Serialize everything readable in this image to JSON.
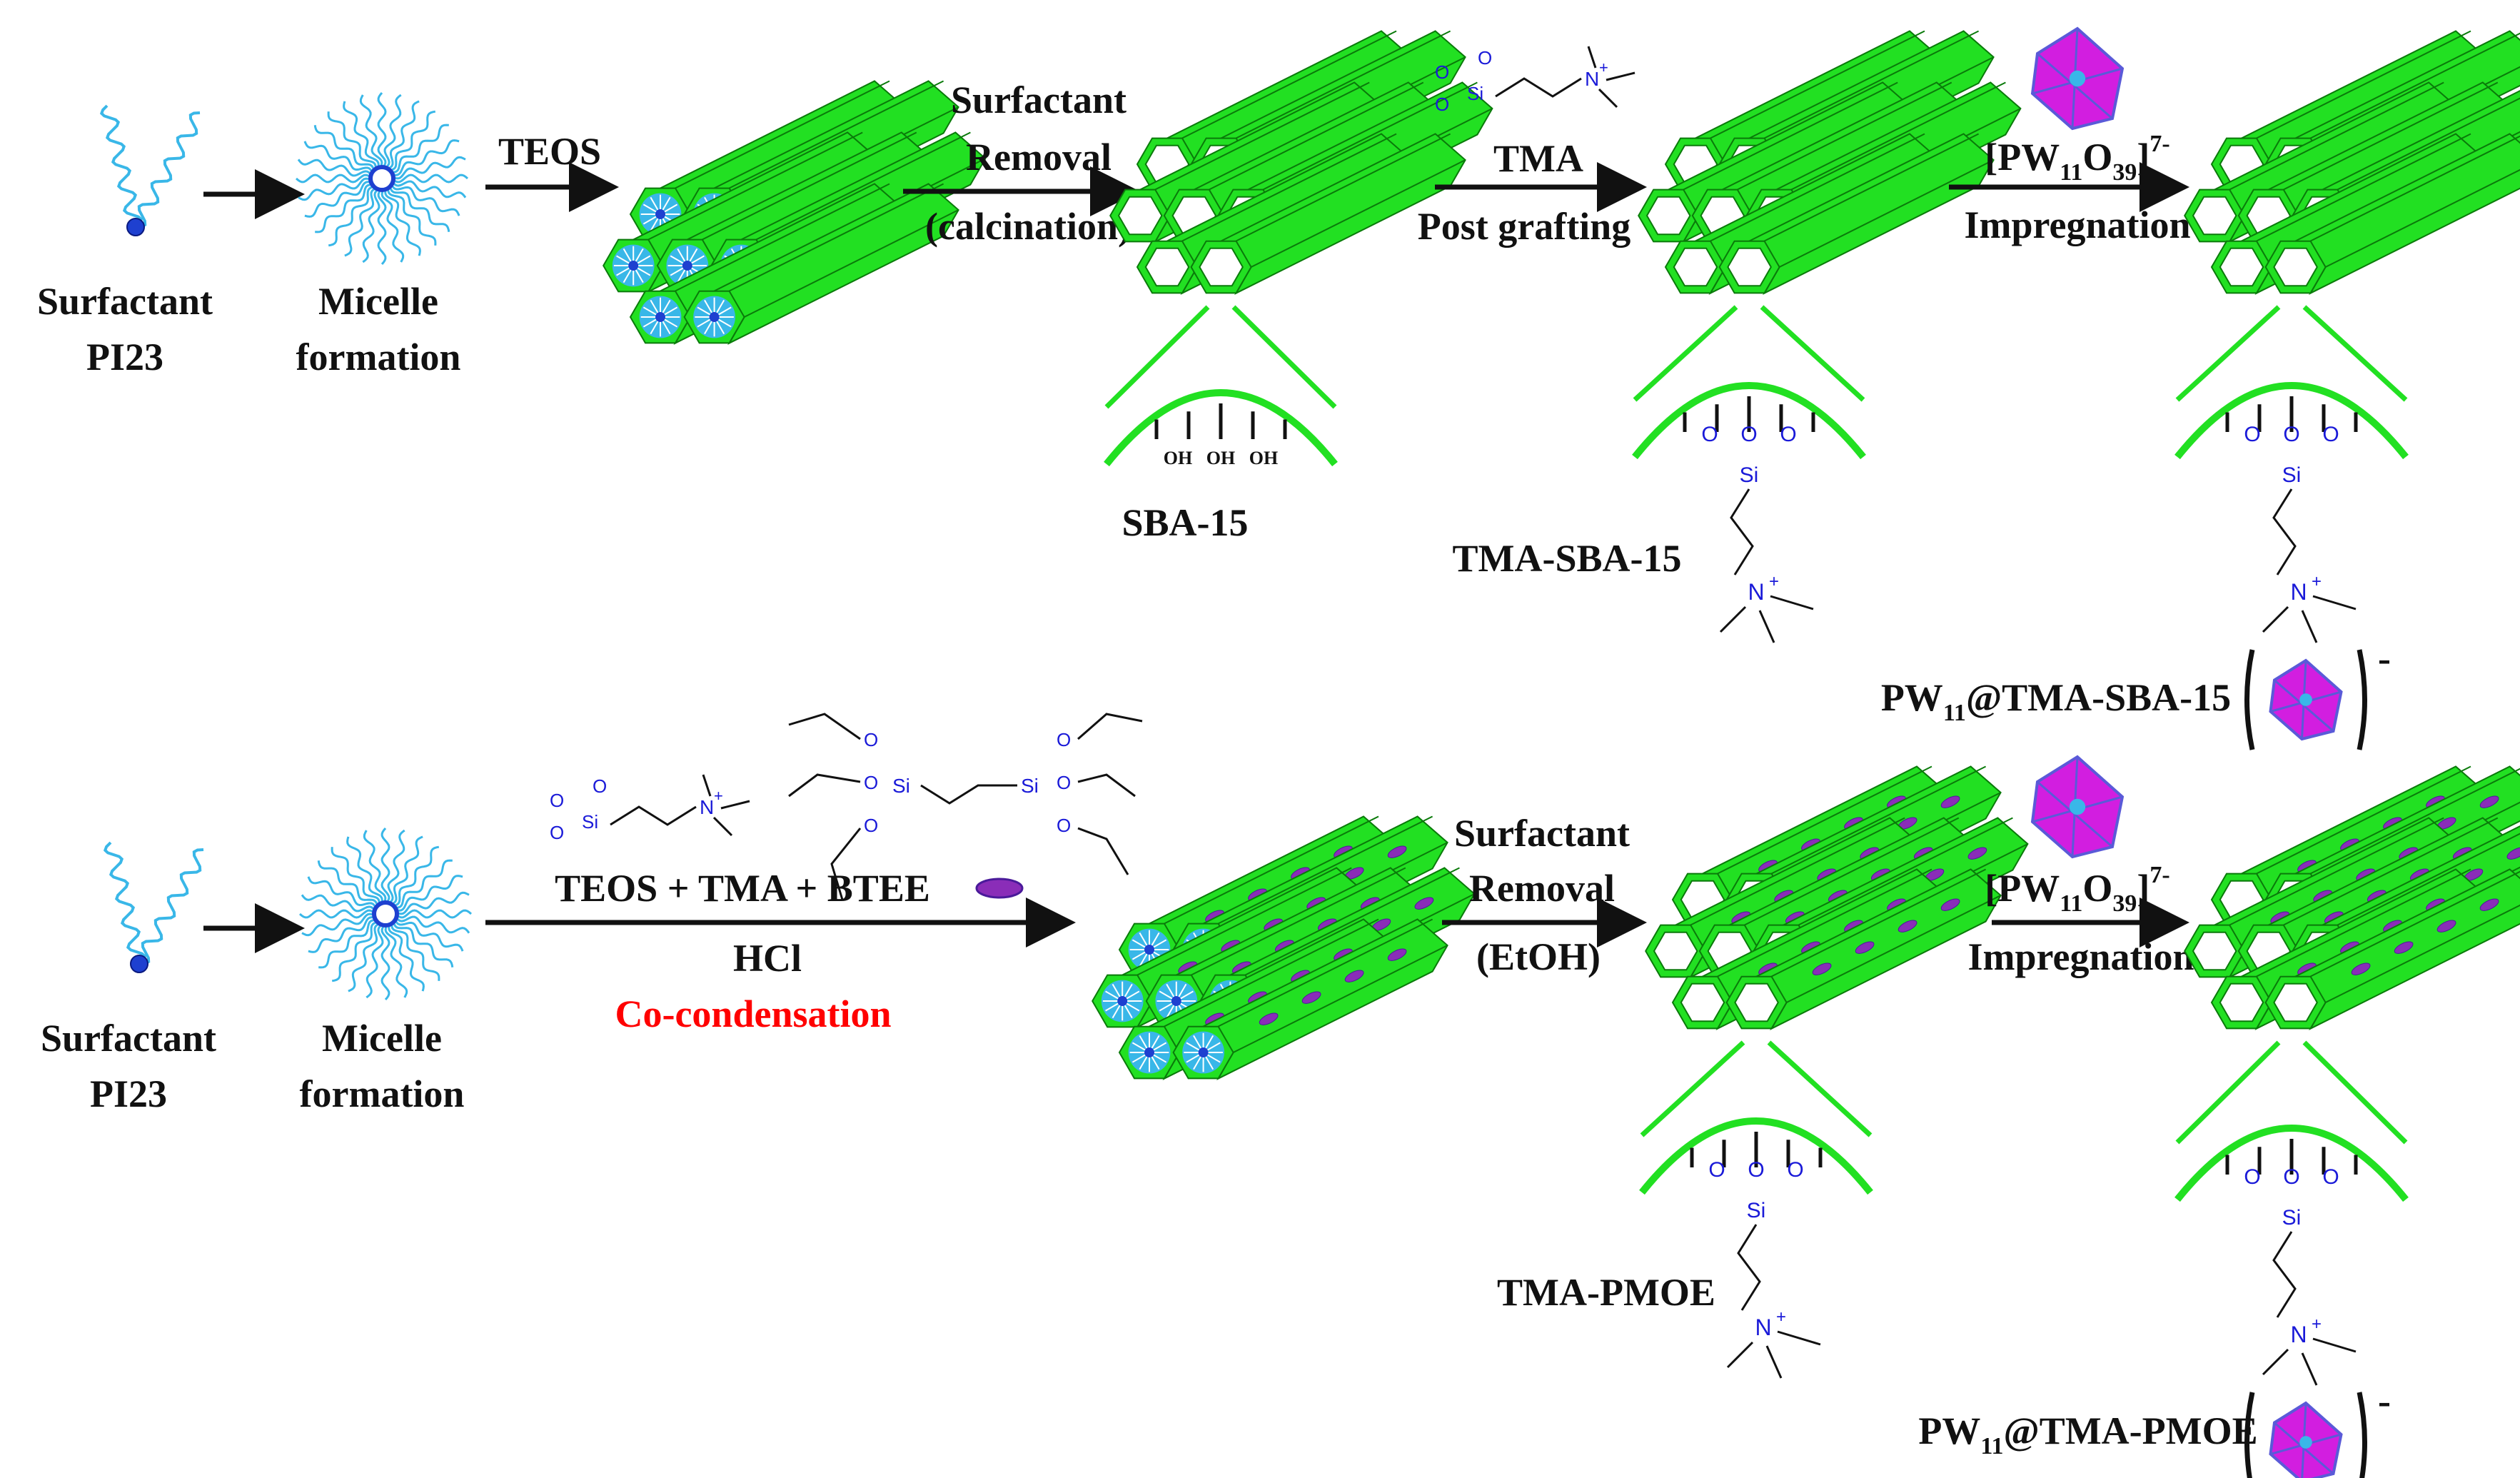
{
  "row1": {
    "surfactant_line1": "Surfactant",
    "surfactant_line2": "PI23",
    "micelle_line1": "Micelle",
    "micelle_line2": "formation",
    "teos": "TEOS",
    "removal_line1": "Surfactant",
    "removal_line2": "Removal",
    "removal_line3": "(calcination)",
    "tma": "TMA",
    "post_grafting": "Post grafting",
    "pw_anion": "[PW",
    "pw_sub1": "11",
    "pw_o": "O",
    "pw_sub2": "39",
    "pw_close": "]",
    "pw_charge": "7-",
    "impregnation": "Impregnation",
    "sba15": "SBA-15",
    "tma_sba15": "TMA-SBA-15",
    "final_pw": "PW",
    "final_sub": "11",
    "final_rest": "@TMA-SBA-15",
    "oh": "OH",
    "minus": "-"
  },
  "row2": {
    "surfactant_line1": "Surfactant",
    "surfactant_line2": "PI23",
    "micelle_line1": "Micelle",
    "micelle_line2": "formation",
    "reagents": "TEOS + TMA + BTEE",
    "hcl": "HCl",
    "cocondensation": "Co-condensation",
    "removal_line1": "Surfactant",
    "removal_line2": "Removal",
    "removal_line3": "(EtOH)",
    "pw_anion": "[PW",
    "pw_sub1": "11",
    "pw_o": "O",
    "pw_sub2": "39",
    "pw_close": "]",
    "pw_charge": "7-",
    "impregnation": "Impregnation",
    "tma_pmoe": "TMA-PMOE",
    "final_pw": "PW",
    "final_sub": "11",
    "final_rest": "@TMA-PMOE",
    "minus": "-"
  },
  "chem": {
    "si": "Si",
    "o": "O",
    "n": "N",
    "plus": "+"
  },
  "colors": {
    "tube": "#22e022",
    "tube_edge": "#0a7a0a",
    "micelle": "#39b7e8",
    "micelle_core": "#1e40d0",
    "pom": "#d21ee0",
    "pom_edge": "#5a5ad8",
    "ethane": "#8a2db8",
    "arrow": "#111111"
  },
  "icons": [
    "surfactant-molecule-icon",
    "micelle-icon",
    "mesoporous-tube-bundle-icon",
    "polyoxometalate-cluster-icon",
    "pore-wall-zoom-icon"
  ]
}
